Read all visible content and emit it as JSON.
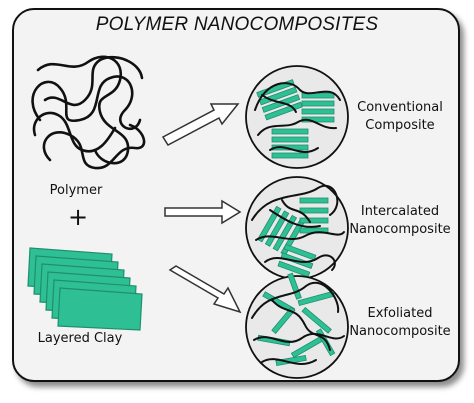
{
  "title": "POLYMER NANOCOMPOSITES",
  "inputs": {
    "polymer_label": "Polymer",
    "plus_sign": "+",
    "clay_label": "Layered Clay"
  },
  "outcomes": [
    {
      "line1": "Conventional",
      "line2": "Composite"
    },
    {
      "line1": "Intercalated",
      "line2": "Nanocomposite"
    },
    {
      "line1": "Exfoliated",
      "line2": "Nanocomposite"
    }
  ],
  "colors": {
    "clay_green": "#2fbf94",
    "clay_dark": "#1f8f6c",
    "polymer_line": "#111111",
    "frame_fill": "#f3f3f3"
  }
}
